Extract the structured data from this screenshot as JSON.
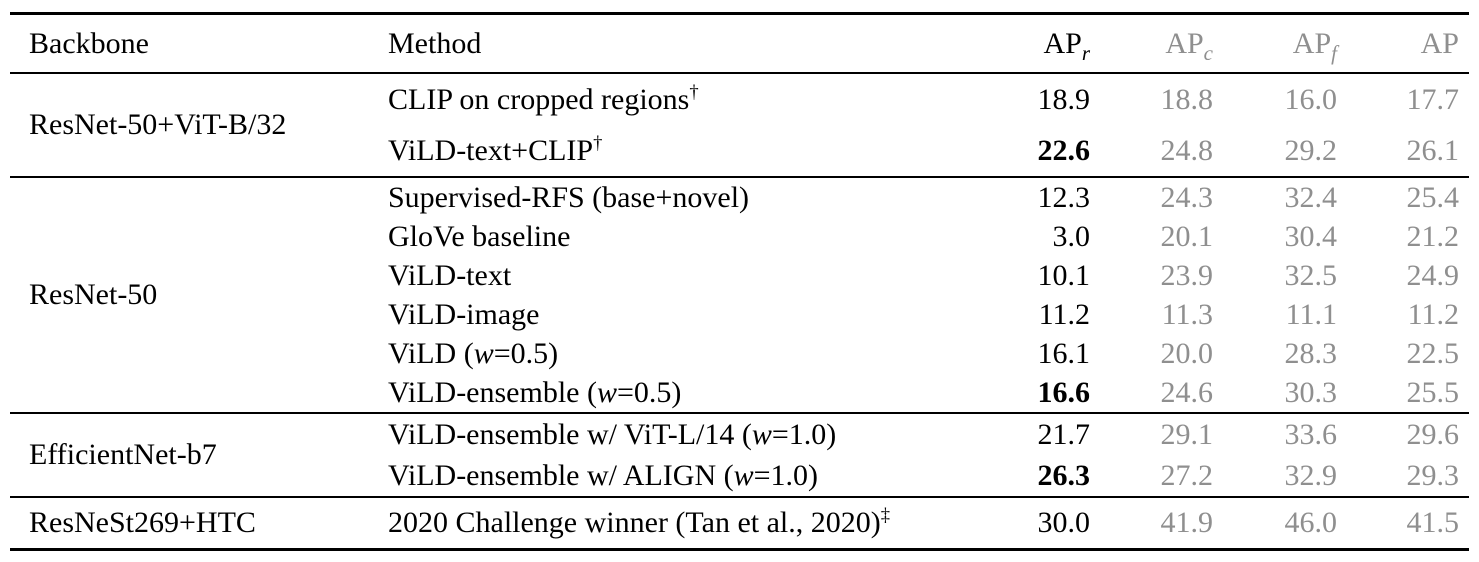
{
  "table": {
    "colors": {
      "text": "#000000",
      "muted_gray": "#8f8f8f",
      "rule": "#000000",
      "background": "#ffffff"
    },
    "columns": [
      {
        "label": "Backbone",
        "sub": ""
      },
      {
        "label": "Method",
        "sub": ""
      },
      {
        "label": "AP",
        "sub": "r"
      },
      {
        "label": "AP",
        "sub": "c"
      },
      {
        "label": "AP",
        "sub": "f"
      },
      {
        "label": "AP",
        "sub": ""
      }
    ],
    "groups": [
      {
        "backbone": "ResNet-50+ViT-B/32",
        "rows": [
          {
            "method": [
              {
                "t": "CLIP on cropped regions"
              },
              {
                "sup": "†"
              }
            ],
            "values": [
              "18.9",
              "18.8",
              "16.0",
              "17.7"
            ],
            "bold_apr": false
          },
          {
            "method": [
              {
                "t": "ViLD-text+CLIP"
              },
              {
                "sup": "†"
              }
            ],
            "values": [
              "22.6",
              "24.8",
              "29.2",
              "26.1"
            ],
            "bold_apr": true
          }
        ]
      },
      {
        "backbone": "ResNet-50",
        "rows": [
          {
            "method": [
              {
                "t": "Supervised-RFS (base+novel)"
              }
            ],
            "values": [
              "12.3",
              "24.3",
              "32.4",
              "25.4"
            ],
            "bold_apr": false
          },
          {
            "method": [
              {
                "t": "GloVe baseline"
              }
            ],
            "values": [
              "3.0",
              "20.1",
              "30.4",
              "21.2"
            ],
            "bold_apr": false
          },
          {
            "method": [
              {
                "t": "ViLD-text"
              }
            ],
            "values": [
              "10.1",
              "23.9",
              "32.5",
              "24.9"
            ],
            "bold_apr": false
          },
          {
            "method": [
              {
                "t": "ViLD-image"
              }
            ],
            "values": [
              "11.2",
              "11.3",
              "11.1",
              "11.2"
            ],
            "bold_apr": false
          },
          {
            "method": [
              {
                "t": "ViLD ("
              },
              {
                "i": "w"
              },
              {
                "t": "=0.5)"
              }
            ],
            "values": [
              "16.1",
              "20.0",
              "28.3",
              "22.5"
            ],
            "bold_apr": false
          },
          {
            "method": [
              {
                "t": "ViLD-ensemble ("
              },
              {
                "i": "w"
              },
              {
                "t": "=0.5)"
              }
            ],
            "values": [
              "16.6",
              "24.6",
              "30.3",
              "25.5"
            ],
            "bold_apr": true
          }
        ]
      },
      {
        "backbone": "EfficientNet-b7",
        "rows": [
          {
            "method": [
              {
                "t": "ViLD-ensemble w/ ViT-L/14 ("
              },
              {
                "i": "w"
              },
              {
                "t": "=1.0)"
              }
            ],
            "values": [
              "21.7",
              "29.1",
              "33.6",
              "29.6"
            ],
            "bold_apr": false
          },
          {
            "method": [
              {
                "t": "ViLD-ensemble w/ ALIGN ("
              },
              {
                "i": "w"
              },
              {
                "t": "=1.0)"
              }
            ],
            "values": [
              "26.3",
              "27.2",
              "32.9",
              "29.3"
            ],
            "bold_apr": true
          }
        ]
      },
      {
        "backbone": "ResNeSt269+HTC",
        "rows": [
          {
            "method": [
              {
                "t": "2020 Challenge winner (Tan et al., 2020)"
              },
              {
                "sup": "‡"
              }
            ],
            "values": [
              "30.0",
              "41.9",
              "46.0",
              "41.5"
            ],
            "bold_apr": false
          }
        ]
      }
    ]
  }
}
